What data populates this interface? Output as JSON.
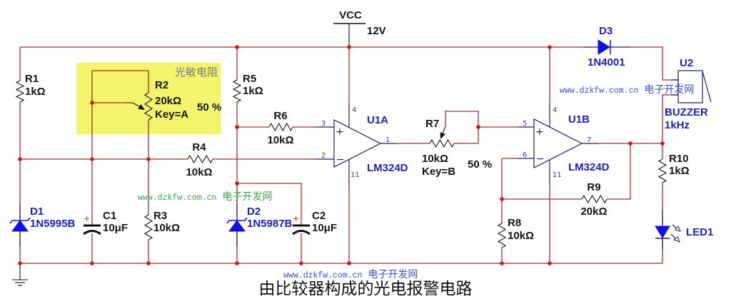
{
  "title": "由比较器构成的光电报警电路",
  "note": "光敏电阻",
  "power": {
    "net": "VCC",
    "voltage": "12V"
  },
  "resistors": {
    "R1": {
      "ref": "R1",
      "value": "1kΩ"
    },
    "R2": {
      "ref": "R2",
      "value": "20kΩ",
      "key": "Key=A",
      "setting": "50 %"
    },
    "R3": {
      "ref": "R3",
      "value": "10kΩ"
    },
    "R4": {
      "ref": "R4",
      "value": "10kΩ"
    },
    "R5": {
      "ref": "R5",
      "value": "1kΩ"
    },
    "R6": {
      "ref": "R6",
      "value": "10kΩ"
    },
    "R7": {
      "ref": "R7",
      "value": "10kΩ",
      "key": "Key=B",
      "setting": "50 %"
    },
    "R8": {
      "ref": "R8",
      "value": "10kΩ"
    },
    "R9": {
      "ref": "R9",
      "value": "20kΩ"
    },
    "R10": {
      "ref": "R10",
      "value": "1kΩ"
    }
  },
  "capacitors": {
    "C1": {
      "ref": "C1",
      "value": "10μF",
      "polarity": "+"
    },
    "C2": {
      "ref": "C2",
      "value": "10μF",
      "polarity": "+"
    }
  },
  "diodes": {
    "D1": {
      "ref": "D1",
      "part": "1N5995B",
      "type": "zener"
    },
    "D2": {
      "ref": "D2",
      "part": "1N5987B",
      "type": "zener"
    },
    "D3": {
      "ref": "D3",
      "part": "1N4001",
      "type": "rectifier"
    },
    "LED1": {
      "ref": "LED1",
      "type": "led"
    }
  },
  "opamps": {
    "U1A": {
      "ref": "U1A",
      "part": "LM324D",
      "pins": {
        "plus": "3",
        "minus": "2",
        "out": "1",
        "vcc": "4",
        "vee": "11"
      }
    },
    "U1B": {
      "ref": "U1B",
      "part": "LM324D",
      "pins": {
        "plus": "5",
        "minus": "6",
        "out": "7",
        "vcc": "4",
        "vee": "11"
      }
    }
  },
  "symbols": {
    "plus": "+",
    "minus": "−"
  },
  "buzzer": {
    "ref": "U2",
    "type": "BUZZER",
    "freq": "1kHz"
  },
  "watermarks": [
    {
      "url": "www.dzkfw.com.cn",
      "site": "电子开发网"
    },
    {
      "url": "www.dzkfw.com.cn",
      "site": "电子开发网"
    },
    {
      "url": "www.dzkfw.com.cn",
      "site": "电子开发网"
    }
  ],
  "colors": {
    "wire": "#b0282a",
    "junction": "#d01414",
    "pin": "#1c1c72",
    "part_label": "#1e22b4",
    "highlight": "#f4f46c",
    "watermark_green": "#3aa64a",
    "watermark_blue": "#3d4dca"
  }
}
